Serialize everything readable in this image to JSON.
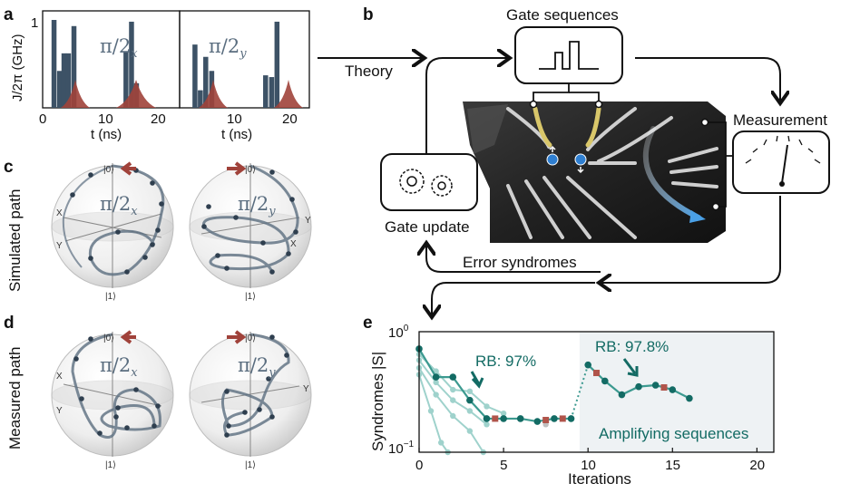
{
  "panel_labels": {
    "a": "a",
    "b": "b",
    "c": "c",
    "d": "d",
    "e": "e"
  },
  "panel_a": {
    "ylabel": "J/2π (GHz)",
    "ytick": "1",
    "xlabel_left": "t (ns)",
    "xlabel_right": "t (ns)",
    "xticks_left": [
      "0",
      "10",
      "20"
    ],
    "xticks_right": [
      "10",
      "20"
    ],
    "gate_left": "π/2",
    "gate_left_sub": "x",
    "gate_right": "π/2",
    "gate_right_sub": "y",
    "colors": {
      "bars": "#3d5266",
      "theory": "#a0423a"
    },
    "left_bars": [
      {
        "t": 2.1,
        "J": 1.0
      },
      {
        "t": 3.1,
        "J": 0.42
      },
      {
        "t": 3.9,
        "J": 0.62
      },
      {
        "t": 4.7,
        "J": 0.62
      },
      {
        "t": 5.7,
        "J": 0.93
      },
      {
        "t": 15.1,
        "J": 0.63
      },
      {
        "t": 16.1,
        "J": 0.98
      },
      {
        "t": 17.0,
        "J": 0.28
      }
    ],
    "right_bars": [
      {
        "t": 6.1,
        "J": 0.72
      },
      {
        "t": 7.0,
        "J": 0.2
      },
      {
        "t": 7.9,
        "J": 0.58
      },
      {
        "t": 8.9,
        "J": 0.42
      },
      {
        "t": 17.9,
        "J": 0.37
      },
      {
        "t": 18.9,
        "J": 0.35
      },
      {
        "t": 19.8,
        "J": 0.98
      }
    ]
  },
  "panel_b": {
    "theory_label": "Theory",
    "gate_sequences_label": "Gate sequences",
    "measurement_label": "Measurement",
    "gate_update_label": "Gate update",
    "error_syndromes_label": "Error syndromes"
  },
  "panel_c": {
    "ylabel": "Simulated path",
    "left_gate": "π/2",
    "left_sub": "x",
    "right_gate": "π/2",
    "right_sub": "y",
    "ket0": "|0⟩",
    "ket1": "|1⟩",
    "x_axis": "X",
    "y_axis": "Y"
  },
  "panel_d": {
    "ylabel": "Measured path",
    "left_gate": "π/2",
    "left_sub": "x",
    "right_gate": "π/2",
    "right_sub": "y",
    "ket0": "|0⟩",
    "ket1": "|1⟩",
    "x_axis": "X",
    "y_axis": "Y"
  },
  "panel_e": {
    "ylabel": "Syndromes",
    "ylabel_sym": "|S|",
    "xlabel": "Iterations",
    "ytick_top": "10",
    "ytick_top_exp": "0",
    "ytick_bottom": "10",
    "ytick_bottom_exp": "−1",
    "xticks": [
      "0",
      "5",
      "10",
      "15",
      "20"
    ],
    "rb_left": "RB: 97%",
    "rb_right": "RB: 97.8%",
    "amplifying_label": "Amplifying sequences",
    "chart_data": {
      "type": "line",
      "xlim": [
        0,
        21
      ],
      "ylim_log10": [
        -1,
        0
      ],
      "shaded_from_x": 9.5,
      "colors": {
        "main": "#136b64",
        "light": "#9fd2cc",
        "square": "#b0544a",
        "shade": "#eef2f4"
      },
      "main_series": [
        {
          "x": 0,
          "y": 0.72
        },
        {
          "x": 1,
          "y": 0.42
        },
        {
          "x": 2,
          "y": 0.42
        },
        {
          "x": 3,
          "y": 0.27
        },
        {
          "x": 4,
          "y": 0.19
        },
        {
          "x": 5,
          "y": 0.19
        },
        {
          "x": 6,
          "y": 0.19
        },
        {
          "x": 7,
          "y": 0.18
        },
        {
          "x": 8,
          "y": 0.19
        },
        {
          "x": 9,
          "y": 0.19
        },
        {
          "x": 10,
          "y": 0.53
        },
        {
          "x": 11,
          "y": 0.39
        },
        {
          "x": 12,
          "y": 0.3
        },
        {
          "x": 13,
          "y": 0.35
        },
        {
          "x": 14,
          "y": 0.36
        },
        {
          "x": 15,
          "y": 0.33
        },
        {
          "x": 16,
          "y": 0.28
        }
      ],
      "square_markers_x": [
        4.5,
        7.5,
        8.5,
        10.5,
        14.5
      ],
      "light_series": [
        [
          {
            "x": 0,
            "y": 0.65
          },
          {
            "x": 1,
            "y": 0.47
          },
          {
            "x": 2,
            "y": 0.33
          },
          {
            "x": 3,
            "y": 0.32
          },
          {
            "x": 4,
            "y": 0.24
          },
          {
            "x": 5,
            "y": 0.21
          }
        ],
        [
          {
            "x": 0,
            "y": 0.58
          },
          {
            "x": 1,
            "y": 0.38
          },
          {
            "x": 2,
            "y": 0.27
          },
          {
            "x": 3,
            "y": 0.22
          },
          {
            "x": 4,
            "y": 0.17
          }
        ],
        [
          {
            "x": 0,
            "y": 0.5
          },
          {
            "x": 1,
            "y": 0.3
          },
          {
            "x": 2,
            "y": 0.2
          },
          {
            "x": 3,
            "y": 0.15
          },
          {
            "x": 3.8,
            "y": 0.1
          }
        ],
        [
          {
            "x": 0,
            "y": 0.44
          },
          {
            "x": 0.7,
            "y": 0.22
          },
          {
            "x": 1.3,
            "y": 0.12
          },
          {
            "x": 1.7,
            "y": 0.1
          }
        ]
      ],
      "light_gray_point": {
        "x": 7.5,
        "y": 0.17
      },
      "dotted_link": [
        {
          "x": 9,
          "y": 0.19
        },
        {
          "x": 10,
          "y": 0.53
        }
      ]
    }
  }
}
